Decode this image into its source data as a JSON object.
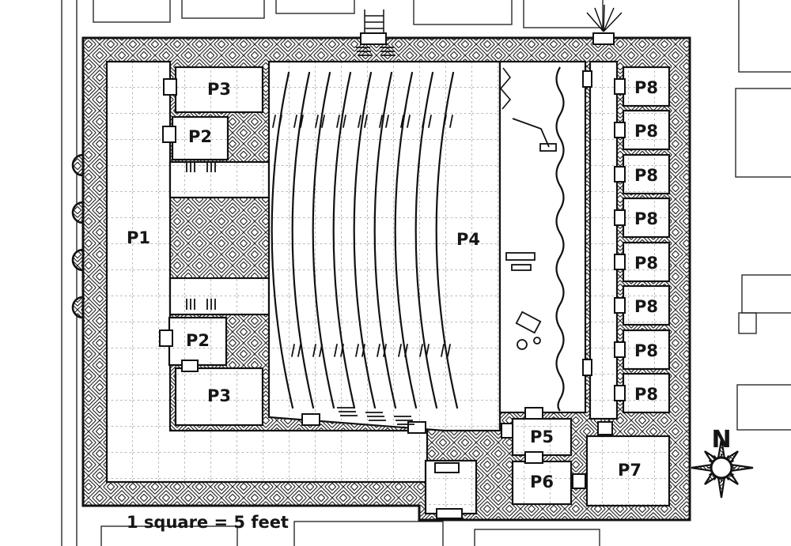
{
  "map": {
    "scale_label": "1 square = 5 feet",
    "compass": {
      "north_label": "N"
    },
    "colors": {
      "ink": "#191919",
      "paper": "#ffffff"
    },
    "rooms": {
      "p1": "P1",
      "p2": "P2",
      "p3": "P3",
      "p4": "P4",
      "p5": "P5",
      "p6": "P6",
      "p7": "P7",
      "p8": "P8"
    }
  }
}
